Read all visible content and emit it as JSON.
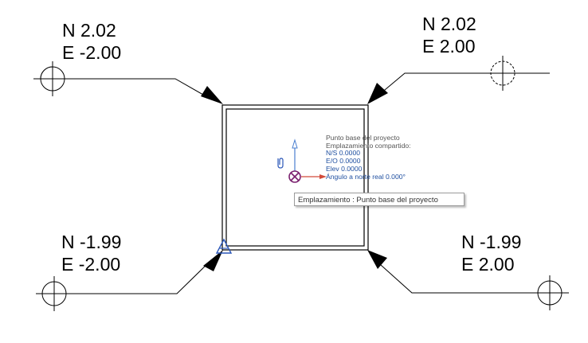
{
  "labels": {
    "top_left": {
      "n": "N 2.02",
      "e": "E -2.00"
    },
    "top_right": {
      "n": "N 2.02",
      "e": "E 2.00"
    },
    "bottom_left": {
      "n": "N -1.99",
      "e": "E -2.00"
    },
    "bottom_right": {
      "n": "N -1.99",
      "e": "E 2.00"
    }
  },
  "project_base_point": {
    "title": "Punto base del proyecto",
    "subtitle": "Emplazamiento compartido:",
    "ns": "N/S  0.0000",
    "eo": "E/O  0.0000",
    "elev": "Elev  0.0000",
    "true_north": "Ángulo a norte real  0.000°"
  },
  "tooltip": "Emplazamiento : Punto base del proyecto",
  "colors": {
    "line": "#000000",
    "axis_blue": "#4a7fd0",
    "axis_red": "#d24b3b",
    "base_point": "#7a1f6e",
    "survey_point": "#2a56b8"
  },
  "icons": [
    "spot-coordinate-marker-icon",
    "project-base-point-icon",
    "survey-point-icon",
    "clip-icon"
  ]
}
